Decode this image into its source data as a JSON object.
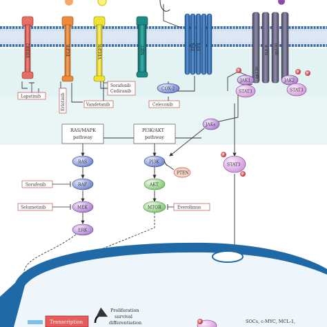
{
  "receptors": {
    "erbb2": "ERBB2",
    "egfr": "EGFR",
    "vegfr": "VEGFR",
    "met": "MET",
    "ep4": "EP4",
    "ep4_right": "EP4",
    "gp130_left": "gp130",
    "il6r": "IL6-R",
    "gp130_right": "gp130"
  },
  "drugs": {
    "lapatinib": "Lapatinib",
    "erlotinib": "Erlotinib",
    "vandetanib": "Vandetanib",
    "sorafenib_cediranib": [
      "Sorafenib",
      "Cediranib"
    ],
    "celecoxib": "Celecoxib",
    "sorafenib": "Sorafenib",
    "selumetinib": "Selumetinib",
    "everolimus": "Everolimus"
  },
  "nodes": {
    "cox2": "COX-2",
    "jak1": "JAK1",
    "jak2": "JAK2",
    "stat3_left": "STAT3",
    "stat3_right": "STAT3",
    "stat3_mid": "STAT3",
    "jaks": "JAKs",
    "pten": "PTEN",
    "ras": "RAS",
    "raf": "RAF",
    "mek": "MEK",
    "erk": "ERK",
    "pi3k": "PI3K",
    "akt": "AKT",
    "mtor": "MTOR",
    "phospho": "P"
  },
  "pathways": {
    "ras_mapk": [
      "RAS/MAPK",
      "pathway"
    ],
    "pi3k_akt": [
      "PI3K/AKT",
      "pathway"
    ]
  },
  "nucleus": {
    "transcription": "Transcription",
    "outcomes": [
      "Proliferation",
      "survival",
      "differentiation"
    ],
    "targets": "SOCs, c-MYC, MCL-1,"
  },
  "colors": {
    "membrane": "#5f8fc1",
    "cytoplasm": "#e3f2f3",
    "nucleus": "#1f6aa6",
    "erbb2": "#e36f67",
    "egfr": "#ee8a3c",
    "vegfr": "#f0e233",
    "met": "#1c8a86",
    "ep4": "#2f6eb5",
    "gp130": "#6c6a86",
    "kinase_blue": "#6f84cf",
    "kinase_green": "#8fd07f",
    "kinase_purple": "#b98ad6",
    "stat": "#d9a6e0",
    "drug_box": "#c0504d"
  }
}
